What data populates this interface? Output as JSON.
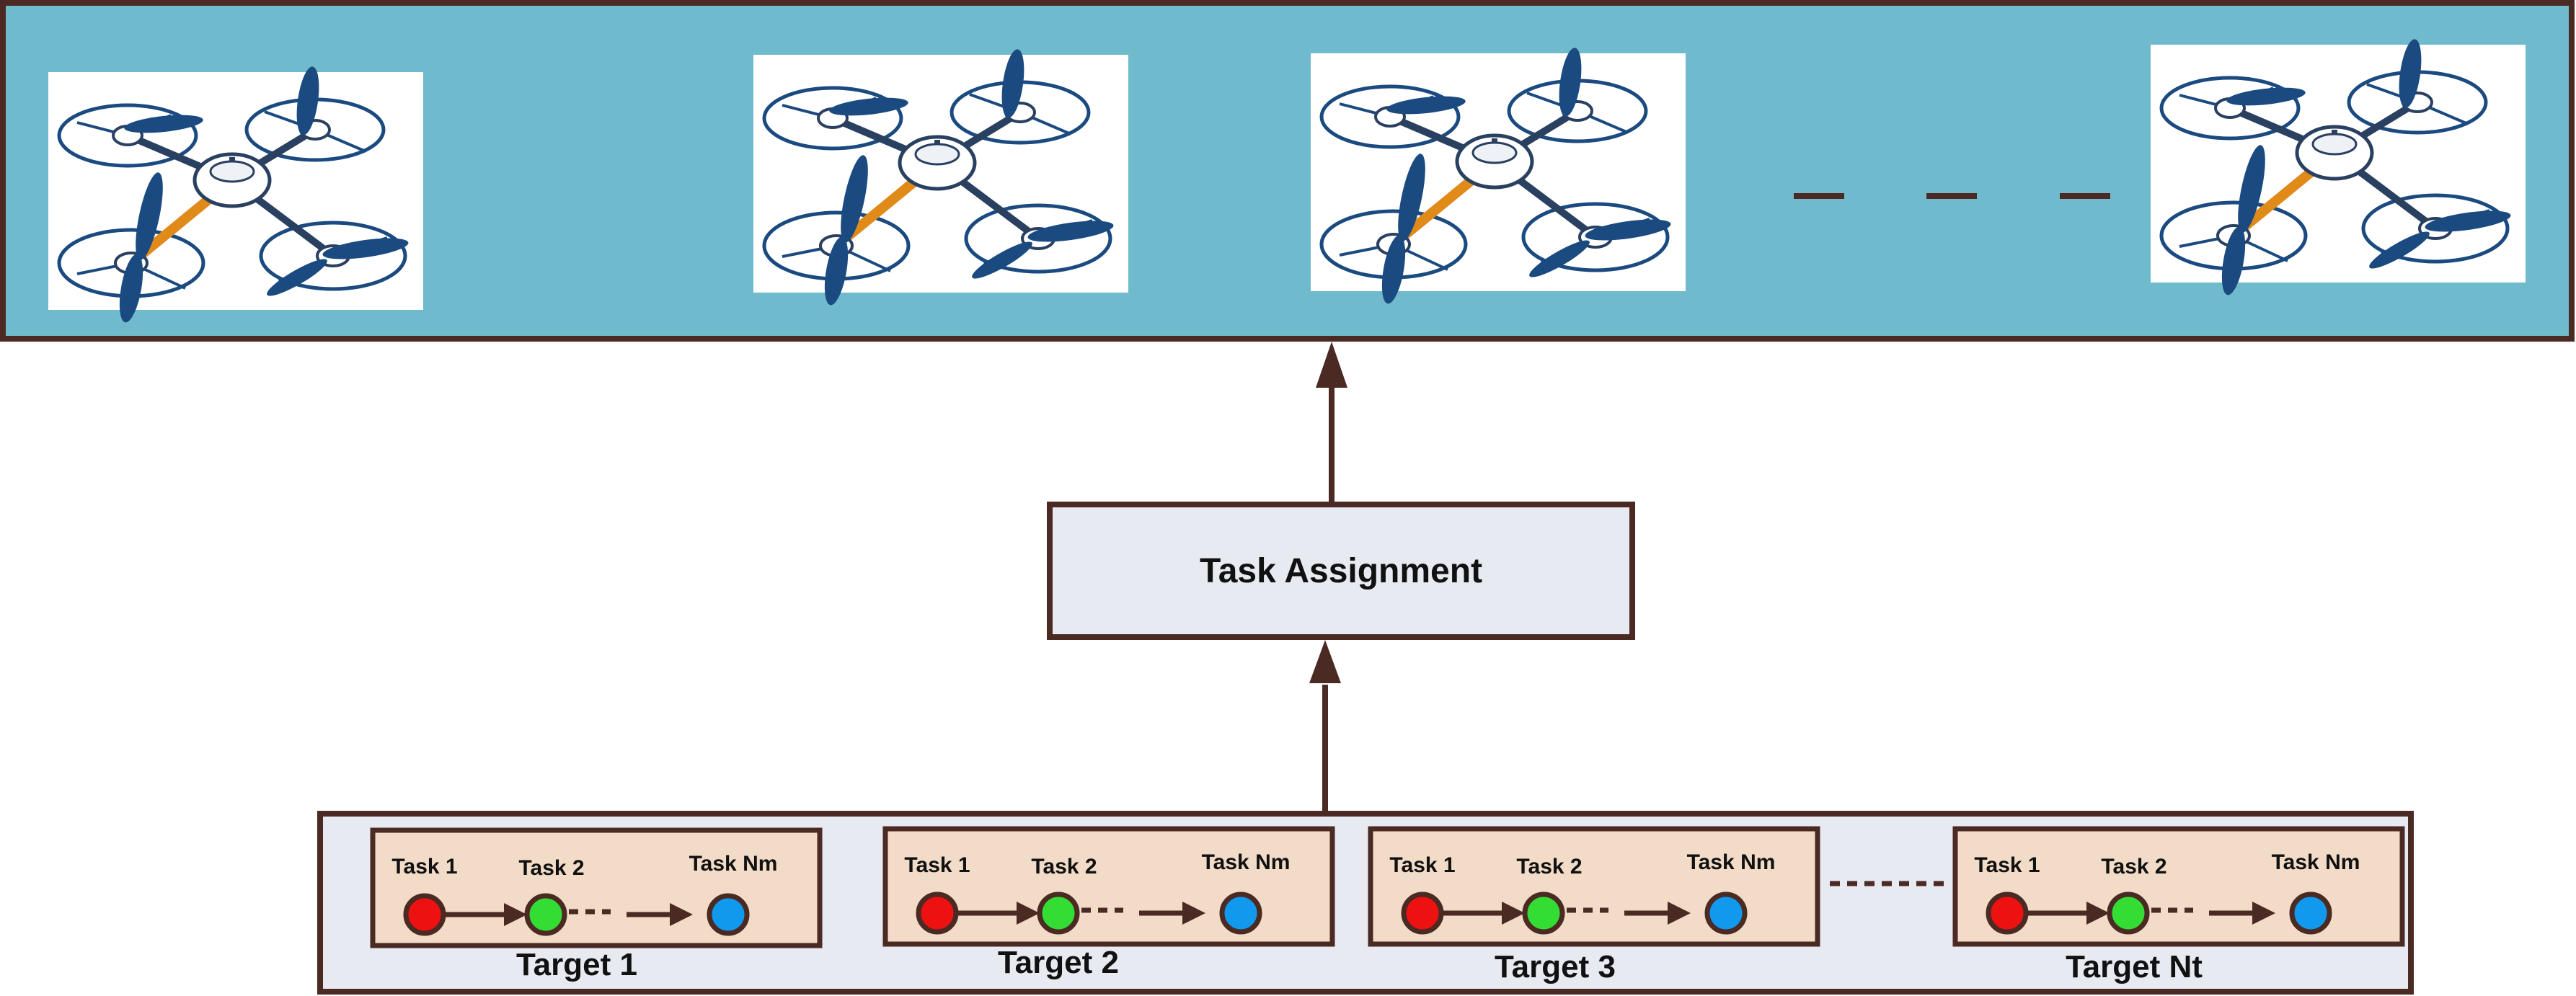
{
  "colors": {
    "frame": "#4a2a22",
    "drone_panel": "#6fbacd",
    "assignment_box": "#e8eaf2",
    "targets_panel": "#e8eaf2",
    "target_box": "#f2dcc8",
    "task_first": "#ee1111",
    "task_second": "#33dd33",
    "task_last": "#1199ee",
    "drone_dark": "#1a4a80",
    "drone_arm_accent": "#e08a1a"
  },
  "icons": [
    "quadcopter-drone-icon"
  ],
  "drone_count_shown": 4,
  "assignment": {
    "label": "Task Assignment"
  },
  "targets": [
    {
      "name": "Target 1",
      "tasks": [
        "Task 1",
        "Task 2",
        "Task Nm"
      ]
    },
    {
      "name": "Target 2",
      "tasks": [
        "Task 1",
        "Task 2",
        "Task Nm"
      ]
    },
    {
      "name": "Target 3",
      "tasks": [
        "Task 1",
        "Task 2",
        "Task Nm"
      ]
    },
    {
      "name": "Target Nt",
      "tasks": [
        "Task 1",
        "Task 2",
        "Task Nm"
      ]
    }
  ]
}
